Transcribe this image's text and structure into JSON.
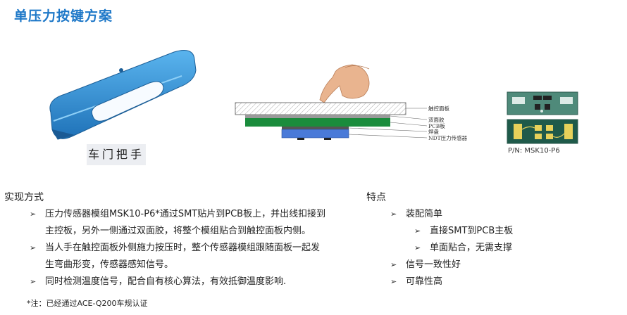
{
  "title": "单压力按键方案",
  "figures": {
    "handle_caption": "车门把手",
    "stack_labels": [
      "触控面板",
      "双面胶",
      "PCB板",
      "焊盘",
      "NDT压力传感器"
    ],
    "part_number": "P/N: MSK10-P6"
  },
  "colors": {
    "title": "#1e78c8",
    "handle": "#2c8fd6",
    "pcb": "#1a8c3c",
    "sensor": "#4a7ad8"
  },
  "left_section": {
    "title": "实现方式",
    "items": [
      {
        "lines": [
          "压力传感器模组MSK10-P6*通过SMT贴片到PCB板上，并出线扣接到",
          "主控板，另外一侧通过双面胶，将整个模组贴合到触控面板内侧。"
        ]
      },
      {
        "lines": [
          "当人手在触控面板外侧施力按压时，整个传感器模组跟随面板一起发",
          "生弯曲形变，传感器感知信号。"
        ]
      },
      {
        "lines": [
          "同时检测温度信号，配合自有核心算法，有效抵御温度影响."
        ]
      }
    ],
    "note": "*注：已经通过ACE-Q200车规认证"
  },
  "right_section": {
    "title": "特点",
    "items": [
      {
        "text": "装配简单",
        "level": 1
      },
      {
        "text": "直接SMT到PCB主板",
        "level": 2
      },
      {
        "text": "单面贴合，无需支撑",
        "level": 2
      },
      {
        "text": "信号一致性好",
        "level": 1
      },
      {
        "text": "可靠性高",
        "level": 1
      }
    ]
  },
  "bullet_glyph": "➢"
}
